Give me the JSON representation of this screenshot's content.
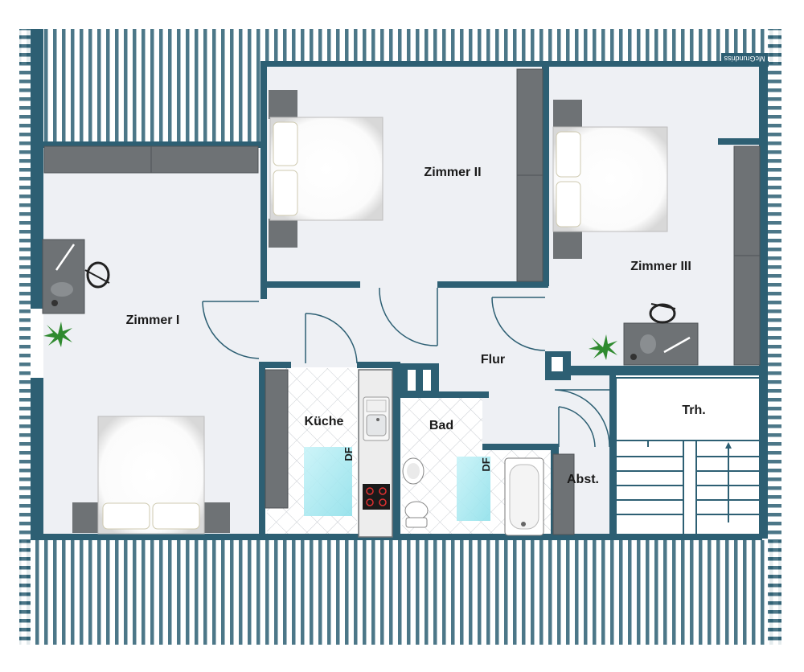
{
  "rooms": {
    "zimmer1": "Zimmer I",
    "zimmer2": "Zimmer II",
    "zimmer3": "Zimmer III",
    "flur": "Flur",
    "kueche": "Küche",
    "bad": "Bad",
    "abst": "Abst.",
    "trh": "Trh."
  },
  "markers": {
    "df_kitchen": "DF",
    "df_bath": "DF"
  },
  "brand": "McGrundriss",
  "colors": {
    "wall": "#2d5f73",
    "floor": "#eef0f4",
    "furniture_dark": "#6e7275",
    "bed": "#ffffff",
    "glass": "#aeeaf2",
    "plant": "#2f8a2f"
  }
}
